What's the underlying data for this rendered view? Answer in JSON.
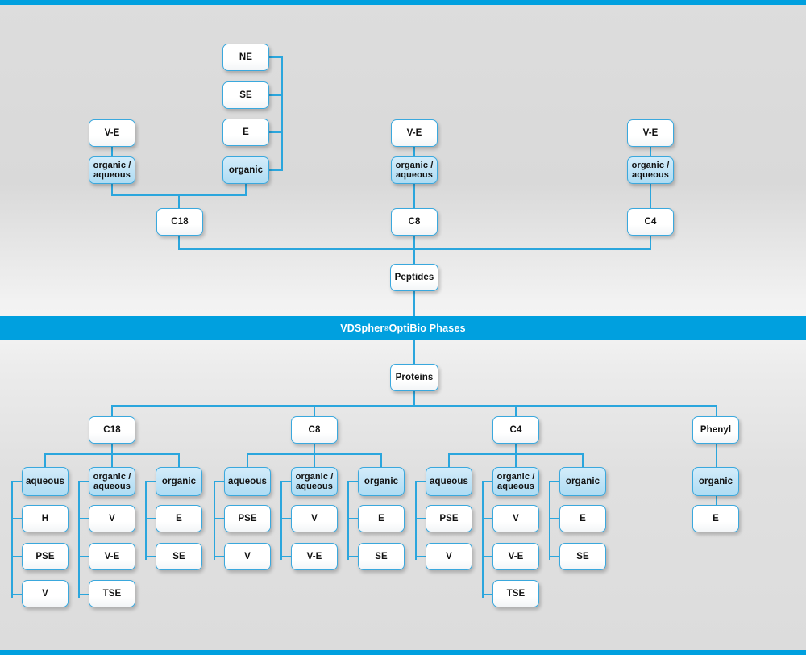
{
  "banner": {
    "title_prefix": "VDSpher",
    "title_mark": "®",
    "title_suffix": " OptiBio Phases"
  },
  "peptides": {
    "root": "Peptides",
    "columns": [
      {
        "phase": "C18",
        "left_stack": {
          "top": "V-E",
          "mode": "organic / aqueous"
        },
        "right_stack": {
          "items": [
            "NE",
            "SE",
            "E"
          ],
          "mode": "organic"
        }
      },
      {
        "phase": "C8",
        "left_stack": {
          "top": "V-E",
          "mode": "organic / aqueous"
        }
      },
      {
        "phase": "C4",
        "left_stack": {
          "top": "V-E",
          "mode": "organic / aqueous"
        }
      }
    ]
  },
  "proteins": {
    "root": "Proteins",
    "groups": [
      {
        "phase": "C18",
        "modes": [
          {
            "label": "aqueous",
            "items": [
              "H",
              "PSE",
              "V"
            ]
          },
          {
            "label": "organic / aqueous",
            "items": [
              "V",
              "V-E",
              "TSE"
            ]
          },
          {
            "label": "organic",
            "items": [
              "E",
              "SE"
            ]
          }
        ]
      },
      {
        "phase": "C8",
        "modes": [
          {
            "label": "aqueous",
            "items": [
              "PSE",
              "V"
            ]
          },
          {
            "label": "organic / aqueous",
            "items": [
              "V",
              "V-E"
            ]
          },
          {
            "label": "organic",
            "items": [
              "E",
              "SE"
            ]
          }
        ]
      },
      {
        "phase": "C4",
        "modes": [
          {
            "label": "aqueous",
            "items": [
              "PSE",
              "V"
            ]
          },
          {
            "label": "organic / aqueous",
            "items": [
              "V",
              "V-E",
              "TSE"
            ]
          },
          {
            "label": "organic",
            "items": [
              "E",
              "SE"
            ]
          }
        ]
      },
      {
        "phase": "Phenyl",
        "modes": [
          {
            "label": "organic",
            "items": [
              "E"
            ]
          }
        ]
      }
    ]
  },
  "colors": {
    "accent": "#00a0df",
    "line": "#2ba6dd",
    "box_border": "#3aa8dd",
    "box_blue_fill": "#bfe3f6"
  }
}
